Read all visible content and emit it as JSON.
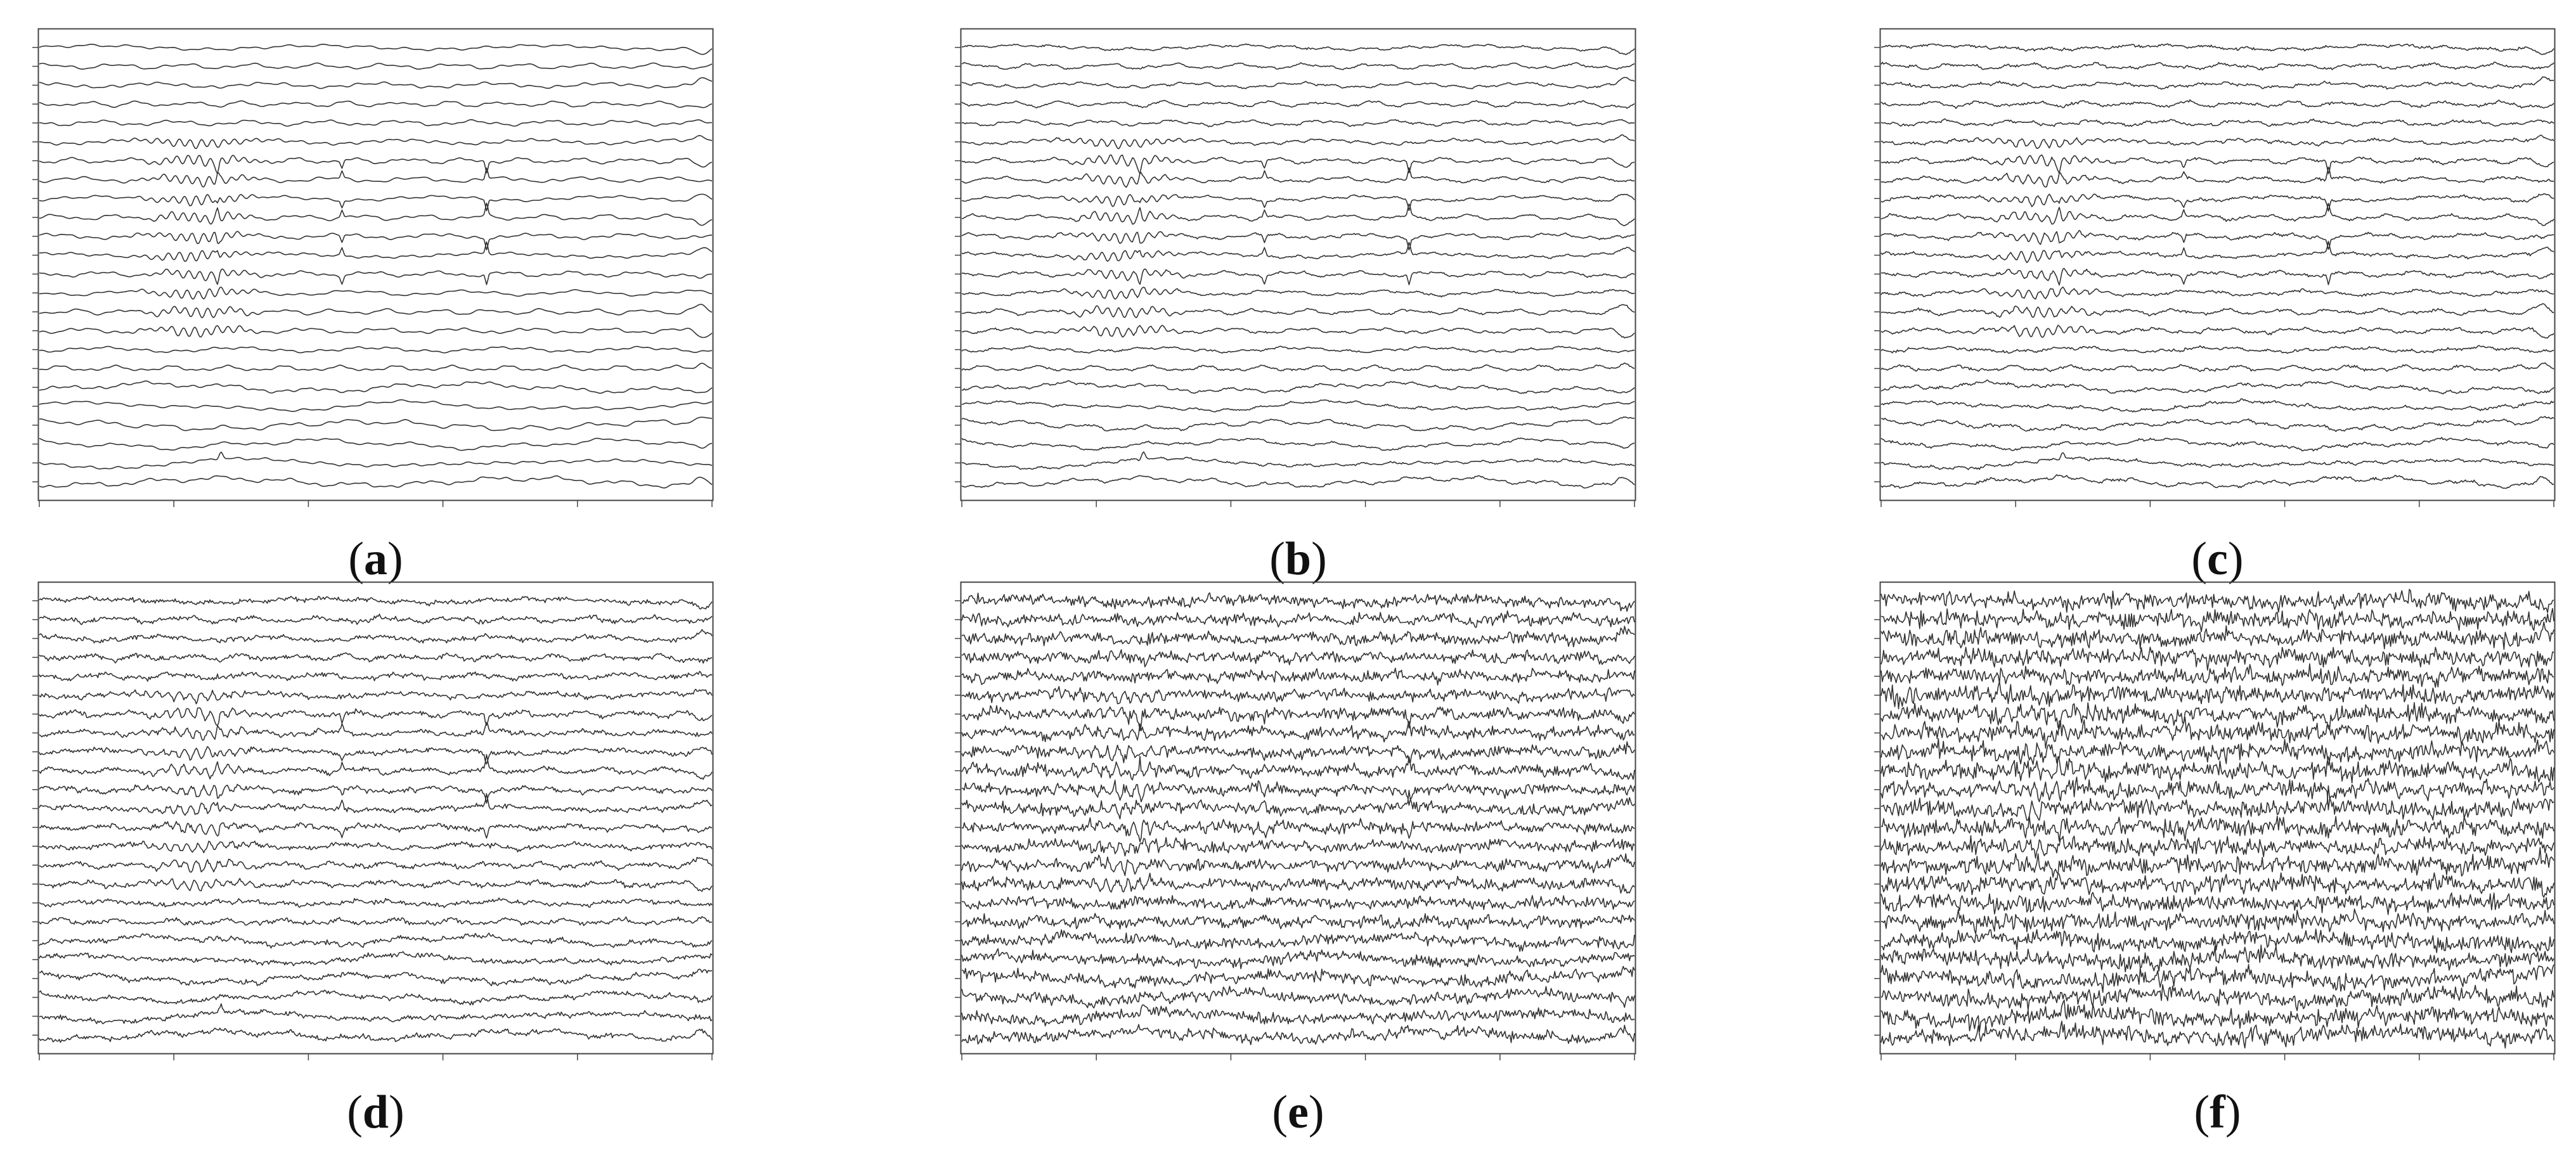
{
  "colors": {
    "trace": "#333333",
    "frame": "#444444",
    "background": "#ffffff"
  },
  "chart_data": [
    {
      "panel": "a",
      "type": "line",
      "caption_letter": "a",
      "channels": 24,
      "noise_level": 0.0,
      "grid": false
    },
    {
      "panel": "b",
      "type": "line",
      "caption_letter": "b",
      "channels": 24,
      "noise_level": 0.15,
      "grid": false
    },
    {
      "panel": "c",
      "type": "line",
      "caption_letter": "c",
      "channels": 24,
      "noise_level": 0.25,
      "grid": false
    },
    {
      "panel": "d",
      "type": "line",
      "caption_letter": "d",
      "channels": 24,
      "noise_level": 0.45,
      "grid": false
    },
    {
      "panel": "e",
      "type": "line",
      "caption_letter": "e",
      "channels": 24,
      "noise_level": 1.1,
      "grid": false
    },
    {
      "panel": "f",
      "type": "line",
      "caption_letter": "f",
      "channels": 24,
      "noise_level": 1.7,
      "grid": false
    }
  ]
}
